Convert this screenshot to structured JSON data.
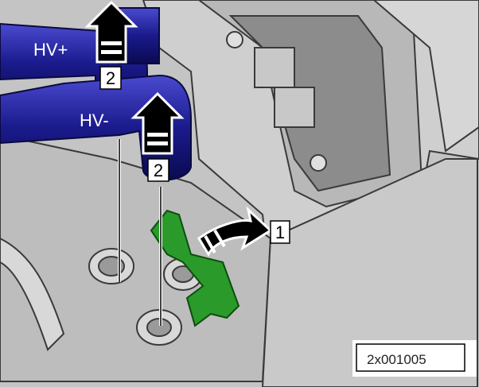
{
  "figure": {
    "callouts": {
      "hv_plus": "HV+",
      "hv_minus": "HV-",
      "step_2_top": "2",
      "step_2_lower": "2",
      "step_1": "1"
    },
    "figure_id": "2x001005"
  },
  "colors": {
    "background": "#c4c4c4",
    "cable": "#1a1a8c",
    "bracket": "#1f8a1f",
    "outline": "#3a3a3a"
  }
}
